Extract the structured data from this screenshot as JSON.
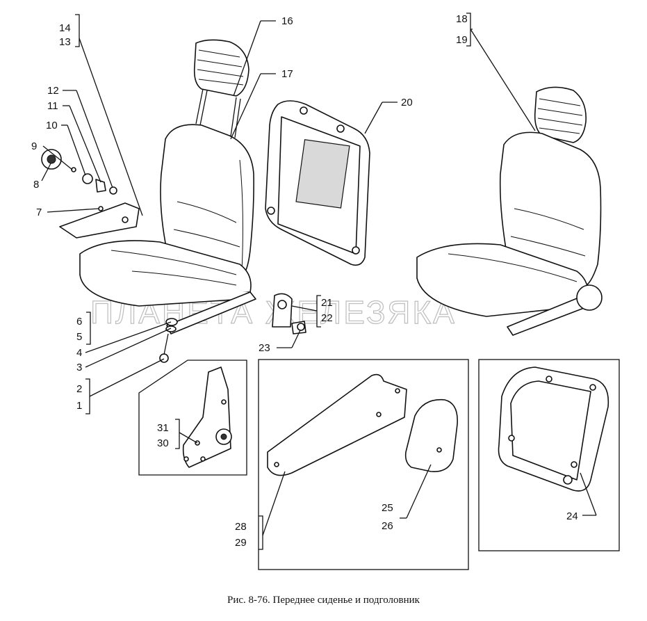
{
  "caption": "Рис. 8-76. Переднее сиденье и подголовник",
  "watermark": "ПЛАНЕТА ЖЕЛЕЗЯКА",
  "callouts": {
    "c1": "1",
    "c2": "2",
    "c3": "3",
    "c4": "4",
    "c5": "5",
    "c6": "6",
    "c7": "7",
    "c8": "8",
    "c9": "9",
    "c10": "10",
    "c11": "11",
    "c12": "12",
    "c13": "13",
    "c14": "14",
    "c16": "16",
    "c17": "17",
    "c18": "18",
    "c19": "19",
    "c20": "20",
    "c21": "21",
    "c22": "22",
    "c23": "23",
    "c24": "24",
    "c25": "25",
    "c26": "26",
    "c28": "28",
    "c29": "29",
    "c30": "30",
    "c31": "31"
  }
}
